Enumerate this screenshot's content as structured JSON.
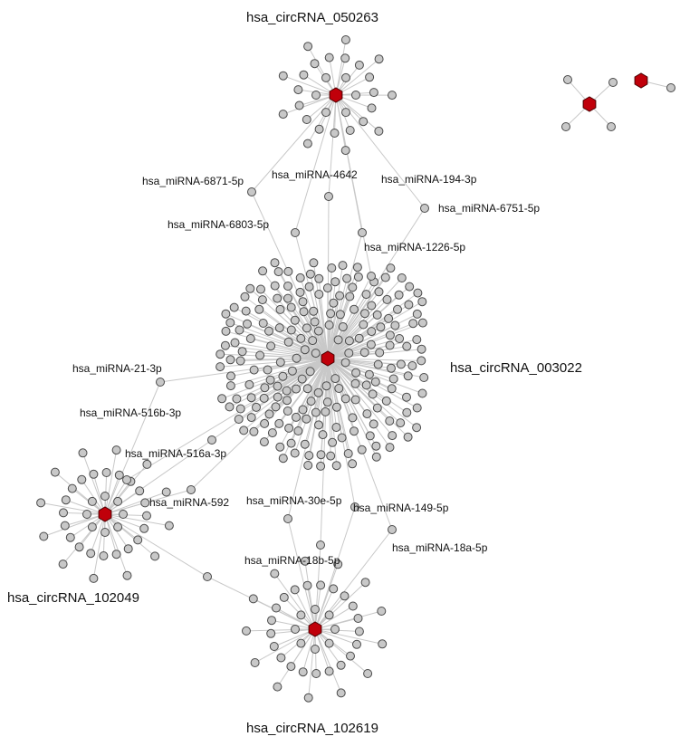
{
  "diagram": {
    "type": "circRNA-miRNA network",
    "circRNA_labels": {
      "c050263": "hsa_circRNA_050263",
      "c003022": "hsa_circRNA_003022",
      "c102049": "hsa_circRNA_102049",
      "c102619": "hsa_circRNA_102619"
    },
    "miRNA_labels": {
      "m6871": "hsa_miRNA-6871-5p",
      "m4642": "hsa_miRNA-4642",
      "m194": "hsa_miRNA-194-3p",
      "m6751": "hsa_miRNA-6751-5p",
      "m6803": "hsa_miRNA-6803-5p",
      "m1226": "hsa_miRNA-1226-5p",
      "m21": "hsa_miRNA-21-3p",
      "m516b": "hsa_miRNA-516b-3p",
      "m516a": "hsa_miRNA-516a-3p",
      "m592": "hsa_miRNA-592",
      "m30e": "hsa_miRNA-30e-5p",
      "m149": "hsa_miRNA-149-5p",
      "m18b": "hsa_miRNA-18b-5p",
      "m18a": "hsa_miRNA-18a-5p"
    },
    "shared_links": [
      [
        "m6871",
        "c050263",
        "c003022"
      ],
      [
        "m4642",
        "c050263",
        "c003022"
      ],
      [
        "m194",
        "c050263",
        "c003022"
      ],
      [
        "m6751",
        "c050263",
        "c003022"
      ],
      [
        "m6803",
        "c050263",
        "c003022"
      ],
      [
        "m1226",
        "c050263",
        "c003022"
      ],
      [
        "m21",
        "c102049",
        "c003022"
      ],
      [
        "m516b",
        "c102049",
        "c003022"
      ],
      [
        "m516a",
        "c102049",
        "c003022"
      ],
      [
        "m592",
        "c102049",
        "c003022"
      ],
      [
        "m30e",
        "c102619",
        "c003022"
      ],
      [
        "m149",
        "c102619",
        "c003022"
      ],
      [
        "m18b",
        "c102619",
        "c003022"
      ],
      [
        "m18a",
        "c102619",
        "c003022"
      ],
      [
        "unlabeled",
        "c102049",
        "c102619"
      ]
    ],
    "exclusive_target_counts": {
      "c050263": 30,
      "c003022": 215,
      "c102049": 40,
      "c102619": 42,
      "small_hub_1": 4,
      "small_hub_2": 1
    },
    "colors": {
      "circRNA": "#c0000a",
      "miRNA": "#c8c8c8",
      "edge": "#c8c8c8",
      "outline": "#4a4a4a"
    }
  }
}
